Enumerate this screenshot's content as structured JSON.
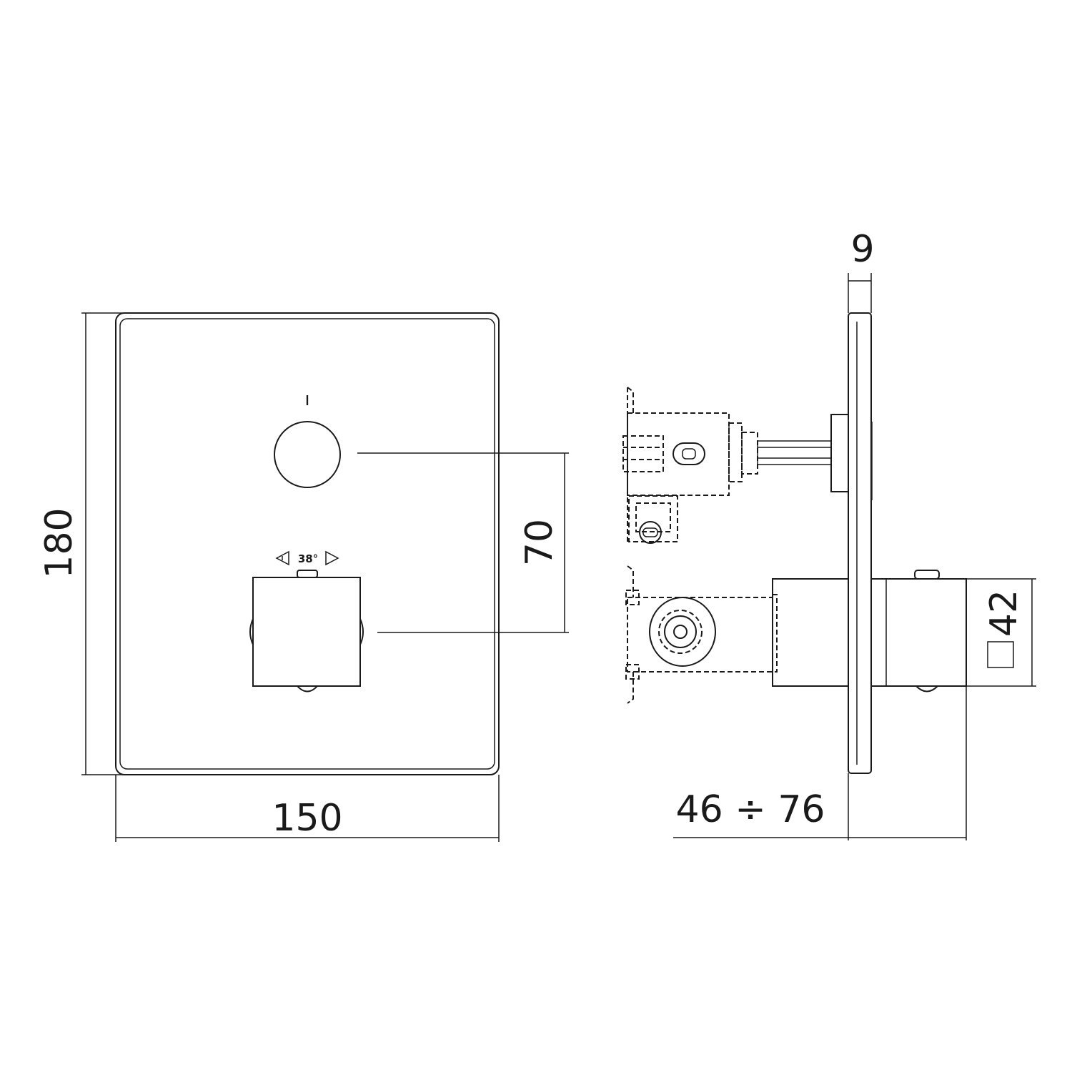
{
  "dimensions": {
    "height": "180",
    "width": "150",
    "spacing": "70",
    "plate_thickness": "9",
    "depth_range": "46 ÷ 76",
    "knob_size": "42",
    "knob_size_symbol": "□"
  },
  "front_view": {
    "diverter_mark": "ı",
    "temperature_label": "38°"
  }
}
